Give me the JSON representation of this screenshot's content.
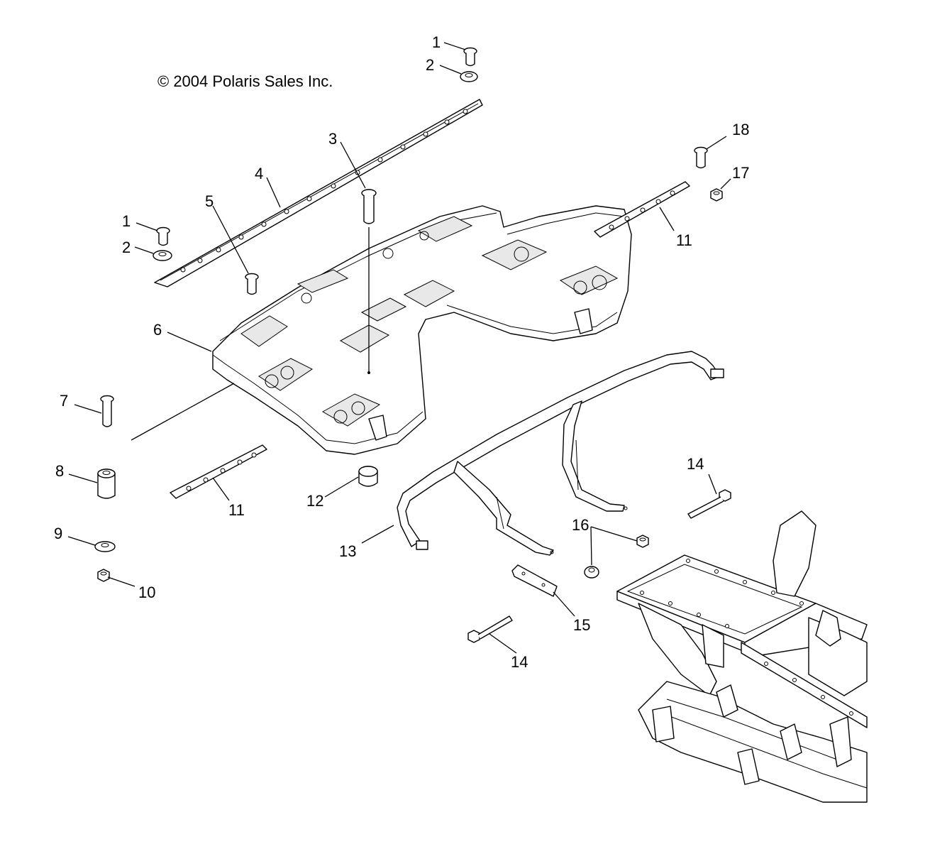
{
  "copyright": "© 2004 Polaris Sales Inc.",
  "callouts": {
    "c1a": "1",
    "c2a": "2",
    "c3": "3",
    "c4": "4",
    "c5": "5",
    "c1b": "1",
    "c2b": "2",
    "c6": "6",
    "c7": "7",
    "c8": "8",
    "c9": "9",
    "c10": "10",
    "c11a": "11",
    "c11b": "11",
    "c12": "12",
    "c13": "13",
    "c14a": "14",
    "c14b": "14",
    "c15": "15",
    "c16": "16",
    "c17": "17",
    "c18": "18"
  }
}
